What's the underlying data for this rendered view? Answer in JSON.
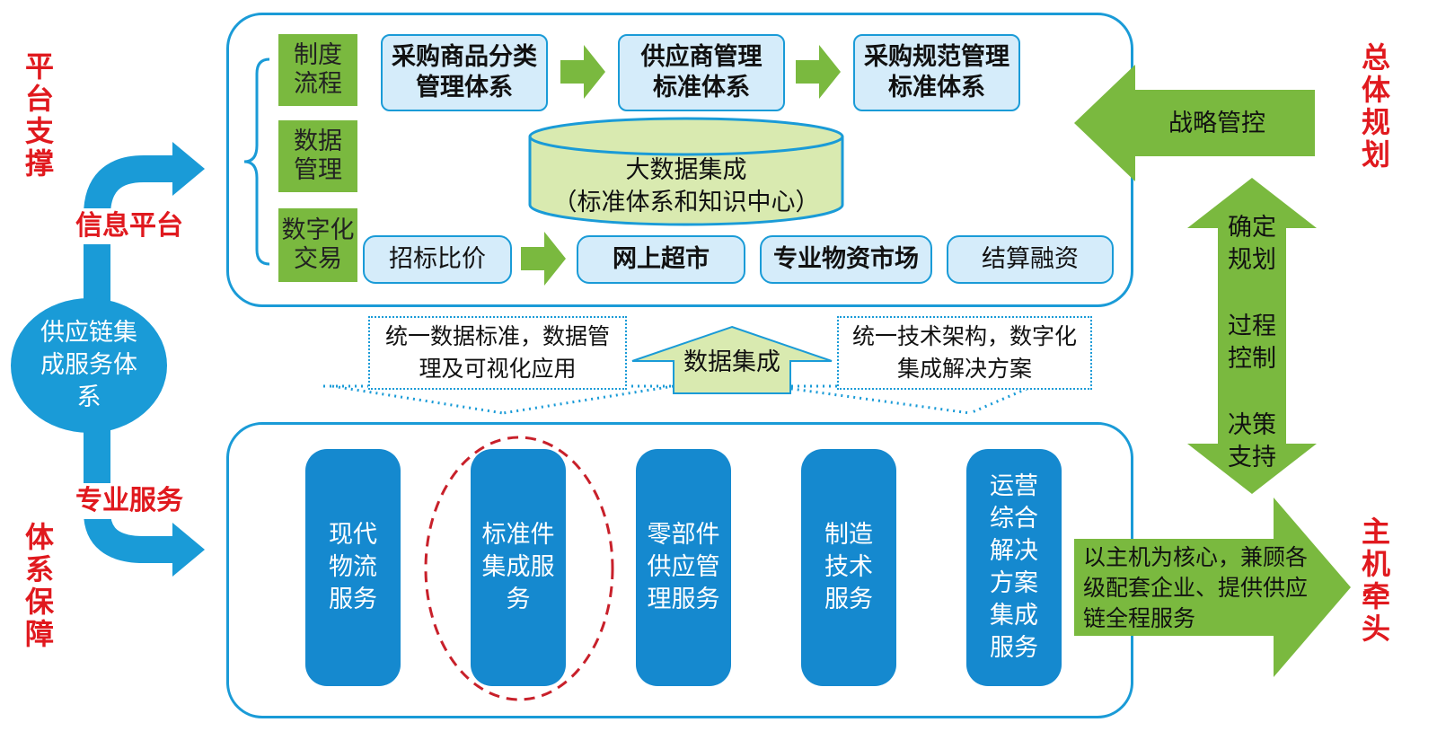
{
  "side_labels": {
    "left_top": "平台支撑",
    "left_bottom": "体系保障",
    "right_top": "总体规划",
    "right_bottom": "主机牵头"
  },
  "left_flow": {
    "info_platform": "信息平台",
    "pro_service": "专业服务",
    "center_ellipse": "供应链集成服务体系"
  },
  "top_panel": {
    "row1": {
      "tag": "制度流程",
      "boxes": [
        "采购商品分类管理体系",
        "供应商管理标准体系",
        "采购规范管理标准体系"
      ]
    },
    "row2": {
      "tag": "数据管理",
      "cylinder_line1": "大数据集成",
      "cylinder_line2": "（标准体系和知识中心）"
    },
    "row3": {
      "tag": "数字化交易",
      "boxes": [
        "招标比价",
        "网上超市",
        "专业物资市场",
        "结算融资"
      ]
    }
  },
  "middle": {
    "left_box": "统一数据标准，数据管理及可视化应用",
    "center_arrow": "数据集成",
    "right_box": "统一技术架构，数字化集成解决方案"
  },
  "bottom_panel": {
    "services": [
      "现代物流服务",
      "标准件集成服务",
      "零部件供应管理服务",
      "制造技术服务",
      "运营综合解决方案集成服务"
    ]
  },
  "right_side": {
    "strategy_arrow": "战略管控",
    "vertical_arrow": [
      "确定规划",
      "过程控制",
      "决策支持"
    ],
    "host_arrow": "以主机为核心，兼顾各级配套企业、提供供应链全程服务"
  },
  "colors": {
    "blue": "#1a9bd7",
    "pill_blue": "#1589cf",
    "green": "#7ab93f",
    "red": "#e0191e",
    "light_blue": "#d5ecfa"
  }
}
